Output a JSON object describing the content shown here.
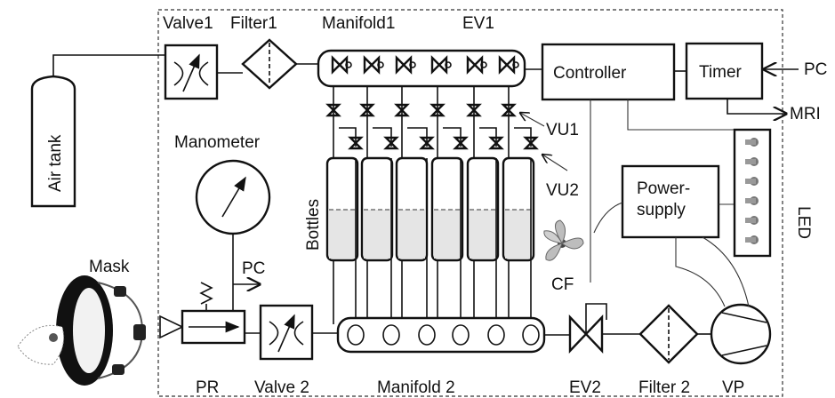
{
  "labels": {
    "valve1": "Valve1",
    "filter1": "Filter1",
    "manifold1": "Manifold1",
    "ev1": "EV1",
    "controller": "Controller",
    "timer": "Timer",
    "pc_in": "PC",
    "mri": "MRI",
    "air_tank": "Air tank",
    "manometer": "Manometer",
    "vu1": "VU1",
    "vu2": "VU2",
    "bottles": "Bottles",
    "power_supply_line1": "Power-",
    "power_supply_line2": "supply",
    "led": "LED",
    "cf": "CF",
    "mask": "Mask",
    "pc_out": "PC",
    "pr": "PR",
    "valve2": "Valve 2",
    "manifold2": "Manifold 2",
    "ev2": "EV2",
    "filter2": "Filter 2",
    "vp": "VP"
  },
  "colors": {
    "line": "#111111",
    "background": "#ffffff",
    "liquid": "#d9d9d9"
  }
}
